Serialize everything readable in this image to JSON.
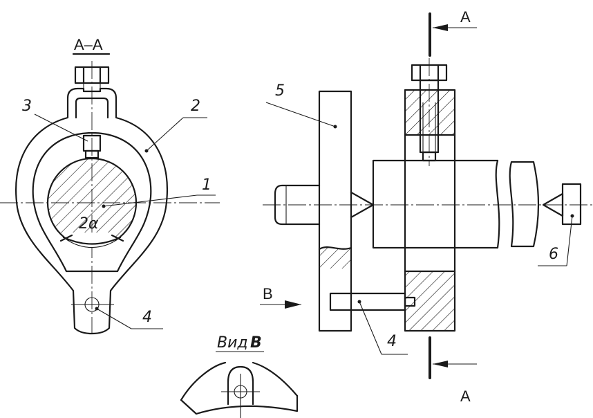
{
  "labels": {
    "section_title": "A–A",
    "part_1": "1",
    "part_2": "2",
    "part_3": "3",
    "part_4_left": "4",
    "part_4_right": "4",
    "part_5": "5",
    "part_6": "6",
    "angle": "2α",
    "section_mark_top": "A",
    "section_mark_bottom": "A",
    "view_arrow": "B",
    "view_title_word": "Вид",
    "view_title_letter": "В"
  },
  "colors": {
    "ink": "#1a1a1a",
    "background": "#ffffff"
  }
}
